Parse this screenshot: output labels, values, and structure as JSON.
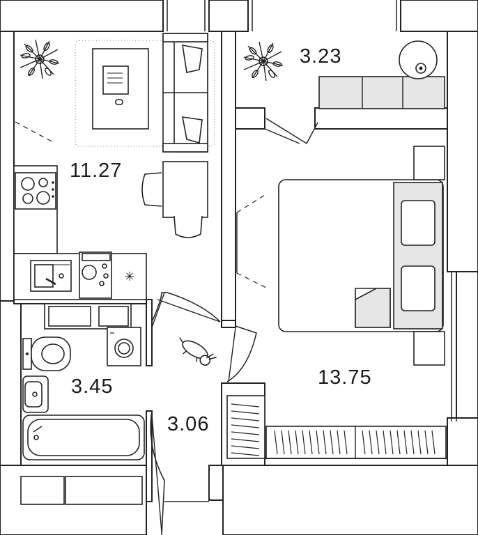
{
  "rooms": {
    "kitchen_living": {
      "area": "11.27"
    },
    "balcony": {
      "area": "3.23"
    },
    "bathroom": {
      "area": "3.45"
    },
    "hallway": {
      "area": "3.06"
    },
    "bedroom": {
      "area": "13.75"
    }
  },
  "icons": [
    "plant-icon",
    "laptop-icon",
    "sofa-icon",
    "stove-icon",
    "sink-icon",
    "bed-icon",
    "toilet-icon",
    "bathtub-icon",
    "washing-machine-icon",
    "pet-icon",
    "wardrobe-icon"
  ]
}
